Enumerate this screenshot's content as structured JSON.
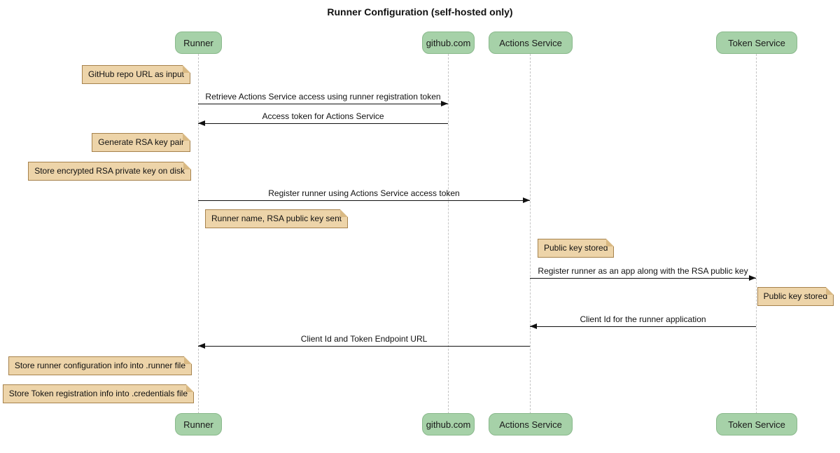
{
  "diagram": {
    "type": "sequence",
    "title": "Runner Configuration (self-hosted only)"
  },
  "participants": [
    {
      "label": "Runner"
    },
    {
      "label": "github.com"
    },
    {
      "label": "Actions Service"
    },
    {
      "label": "Token Service"
    }
  ],
  "messages": [
    {
      "text": "Retrieve Actions Service access using runner registration token",
      "from": "Runner",
      "to": "github.com",
      "direction": "right"
    },
    {
      "text": "Access token for Actions Service",
      "from": "github.com",
      "to": "Runner",
      "direction": "left"
    },
    {
      "text": "Register runner using Actions Service access token",
      "from": "Runner",
      "to": "Actions Service",
      "direction": "right"
    },
    {
      "text": "Register runner as an app along with the RSA public key",
      "from": "Actions Service",
      "to": "Token Service",
      "direction": "right"
    },
    {
      "text": "Client Id for the runner application",
      "from": "Token Service",
      "to": "Actions Service",
      "direction": "left"
    },
    {
      "text": "Client Id and Token Endpoint URL",
      "from": "Actions Service",
      "to": "Runner",
      "direction": "left"
    }
  ],
  "notes": [
    {
      "text": "GitHub repo URL as input",
      "position": "left of Runner"
    },
    {
      "text": "Generate RSA key pair",
      "position": "left of Runner"
    },
    {
      "text": "Store encrypted RSA private key on disk",
      "position": "left of Runner"
    },
    {
      "text": "Runner name, RSA public key sent",
      "position": "right of Runner"
    },
    {
      "text": "Public key stored",
      "position": "right of Actions Service"
    },
    {
      "text": "Public key stored",
      "position": "right of Token Service"
    },
    {
      "text": "Store runner configuration info into .runner file",
      "position": "left of Runner"
    },
    {
      "text": "Store Token registration info into .credentials file",
      "position": "left of Runner"
    }
  ],
  "colors": {
    "participant_fill": "#a6d1a8",
    "participant_border": "#8ab98c",
    "note_fill": "#edd4a9",
    "note_border": "#a6824c",
    "lifeline": "#c4c4c4",
    "arrow": "#111111",
    "background": "#ffffff",
    "text": "#111111"
  }
}
